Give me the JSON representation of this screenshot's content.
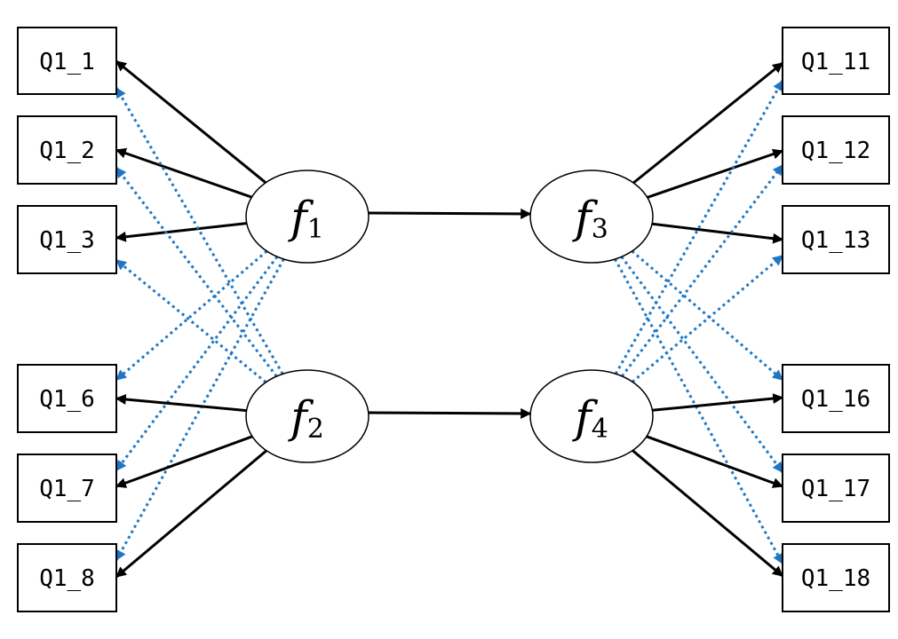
{
  "diagram": {
    "indicators_left": [
      {
        "id": "q1_1",
        "label": "Q1_1"
      },
      {
        "id": "q1_2",
        "label": "Q1_2"
      },
      {
        "id": "q1_3",
        "label": "Q1_3"
      },
      {
        "id": "q1_6",
        "label": "Q1_6"
      },
      {
        "id": "q1_7",
        "label": "Q1_7"
      },
      {
        "id": "q1_8",
        "label": "Q1_8"
      }
    ],
    "indicators_right": [
      {
        "id": "q1_11",
        "label": "Q1_11"
      },
      {
        "id": "q1_12",
        "label": "Q1_12"
      },
      {
        "id": "q1_13",
        "label": "Q1_13"
      },
      {
        "id": "q1_16",
        "label": "Q1_16"
      },
      {
        "id": "q1_17",
        "label": "Q1_17"
      },
      {
        "id": "q1_18",
        "label": "Q1_18"
      }
    ],
    "factors": [
      {
        "id": "f1",
        "symbol": "f",
        "subscript": "1"
      },
      {
        "id": "f2",
        "symbol": "f",
        "subscript": "2"
      },
      {
        "id": "f3",
        "symbol": "f",
        "subscript": "3"
      },
      {
        "id": "f4",
        "symbol": "f",
        "subscript": "4"
      }
    ],
    "edges": [
      {
        "from": "f1",
        "to": "q1_1",
        "style": "solid"
      },
      {
        "from": "f1",
        "to": "q1_2",
        "style": "solid"
      },
      {
        "from": "f1",
        "to": "q1_3",
        "style": "solid"
      },
      {
        "from": "f1",
        "to": "q1_6",
        "style": "dotted"
      },
      {
        "from": "f1",
        "to": "q1_7",
        "style": "dotted"
      },
      {
        "from": "f1",
        "to": "q1_8",
        "style": "dotted"
      },
      {
        "from": "f2",
        "to": "q1_6",
        "style": "solid"
      },
      {
        "from": "f2",
        "to": "q1_7",
        "style": "solid"
      },
      {
        "from": "f2",
        "to": "q1_8",
        "style": "solid"
      },
      {
        "from": "f2",
        "to": "q1_1",
        "style": "dotted"
      },
      {
        "from": "f2",
        "to": "q1_2",
        "style": "dotted"
      },
      {
        "from": "f2",
        "to": "q1_3",
        "style": "dotted"
      },
      {
        "from": "f1",
        "to": "f3",
        "style": "solid"
      },
      {
        "from": "f2",
        "to": "f4",
        "style": "solid"
      },
      {
        "from": "f3",
        "to": "q1_11",
        "style": "solid"
      },
      {
        "from": "f3",
        "to": "q1_12",
        "style": "solid"
      },
      {
        "from": "f3",
        "to": "q1_13",
        "style": "solid"
      },
      {
        "from": "f3",
        "to": "q1_16",
        "style": "dotted"
      },
      {
        "from": "f3",
        "to": "q1_17",
        "style": "dotted"
      },
      {
        "from": "f3",
        "to": "q1_18",
        "style": "dotted"
      },
      {
        "from": "f4",
        "to": "q1_16",
        "style": "solid"
      },
      {
        "from": "f4",
        "to": "q1_17",
        "style": "solid"
      },
      {
        "from": "f4",
        "to": "q1_18",
        "style": "solid"
      },
      {
        "from": "f4",
        "to": "q1_11",
        "style": "dotted"
      },
      {
        "from": "f4",
        "to": "q1_12",
        "style": "dotted"
      },
      {
        "from": "f4",
        "to": "q1_13",
        "style": "dotted"
      }
    ],
    "colors": {
      "solid_arrow": "#000000",
      "dotted_arrow": "#1f77c4"
    }
  }
}
